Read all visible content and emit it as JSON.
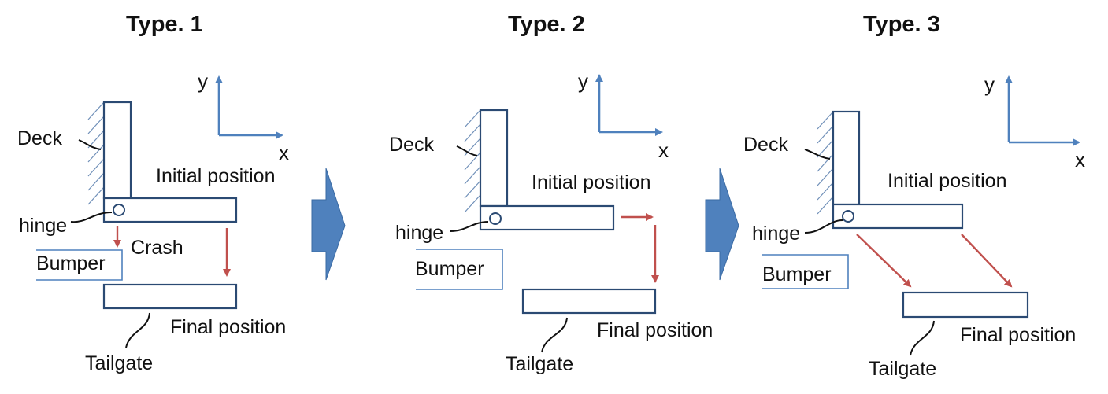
{
  "panels": [
    {
      "title": "Type. 1",
      "axis_y": "y",
      "axis_x": "x",
      "deck": "Deck",
      "hinge": "hinge",
      "initial": "Initial position",
      "crash": "Crash",
      "bumper": "Bumper",
      "final": "Final position",
      "tailgate": "Tailgate"
    },
    {
      "title": "Type. 2",
      "axis_y": "y",
      "axis_x": "x",
      "deck": "Deck",
      "hinge": "hinge",
      "initial": "Initial position",
      "bumper": "Bumper",
      "final": "Final position",
      "tailgate": "Tailgate"
    },
    {
      "title": "Type. 3",
      "axis_y": "y",
      "axis_x": "x",
      "deck": "Deck",
      "hinge": "hinge",
      "initial": "Initial position",
      "bumper": "Bumper",
      "final": "Final position",
      "tailgate": "Tailgate"
    }
  ],
  "colors": {
    "structure": "#2b4a73",
    "axis": "#4f81bd",
    "motion_arrow": "#c0504d",
    "transition_arrow": "#4f81bd"
  }
}
